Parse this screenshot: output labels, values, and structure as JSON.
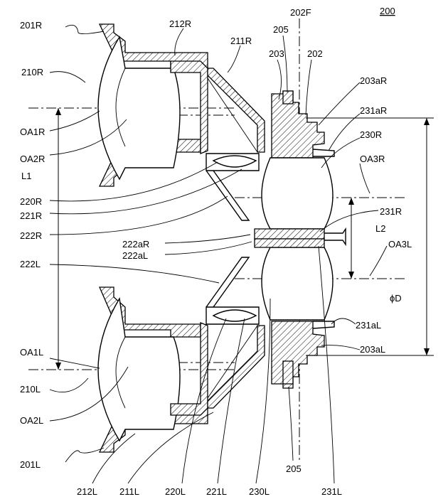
{
  "title": "200",
  "labels": {
    "l201R": "201R",
    "l212R": "212R",
    "l202F": "202F",
    "l205top": "205",
    "l211R": "211R",
    "l203": "203",
    "l202": "202",
    "l210R": "210R",
    "l203aR": "203aR",
    "l231aR": "231aR",
    "lOA1R": "OA1R",
    "l230R": "230R",
    "lOA2R": "OA2R",
    "lOA3R": "OA3R",
    "lL1": "L1",
    "l220R": "220R",
    "l221R": "221R",
    "l231R": "231R",
    "l222R": "222R",
    "lL2": "L2",
    "l222aR": "222aR",
    "l222aL": "222aL",
    "lOA3L": "OA3L",
    "l222L": "222L",
    "lphiD": "ϕD",
    "l231aL": "231aL",
    "lOA1L": "OA1L",
    "l203aL": "203aL",
    "l210L": "210L",
    "lOA2L": "OA2L",
    "l201L": "201L",
    "l205bot": "205",
    "l212L": "212L",
    "l211L": "211L",
    "l220L": "220L",
    "l221L": "221L",
    "l230L": "230L",
    "l231L": "231L"
  }
}
